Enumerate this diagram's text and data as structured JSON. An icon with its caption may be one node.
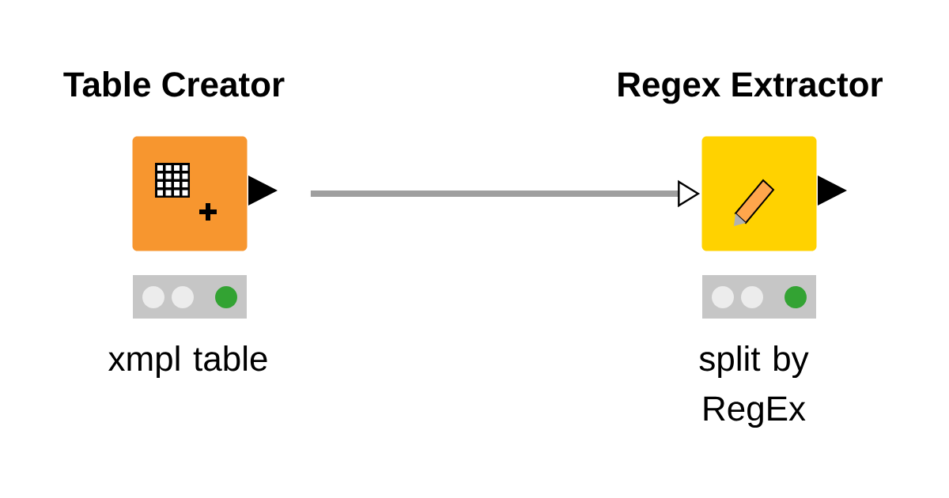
{
  "diagram": {
    "nodes": [
      {
        "text": [
          "Table Creator"
        ],
        "beside": [
          "xmpl table"
        ]
      },
      {
        "text": [
          "Regex Extractor"
        ],
        "beside": [
          "split by RegEx"
        ]
      }
    ],
    "edges": [
      {
        "from": 0,
        "to": 1,
        "arrow": "to"
      }
    ]
  }
}
